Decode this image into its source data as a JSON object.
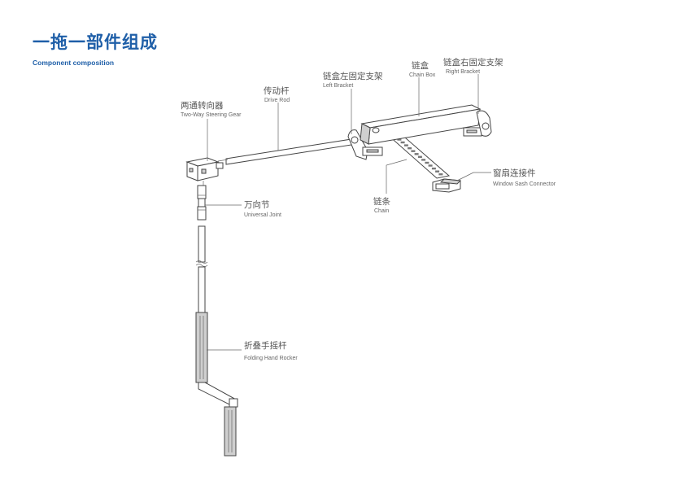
{
  "header": {
    "title": "一拖一部件组成",
    "subtitle": "Component composition"
  },
  "parts": {
    "chain_box": {
      "zh": "链盒",
      "en": "Chain Box"
    },
    "right_bracket": {
      "zh": "链盒右固定支架",
      "en": "Right Bracket"
    },
    "left_bracket": {
      "zh": "链盒左固定支架",
      "en": "Left Bracket"
    },
    "drive_rod": {
      "zh": "传动杆",
      "en": "Drive Rod"
    },
    "steering_gear": {
      "zh": "两通转向器",
      "en": "Two-Way Steering Gear"
    },
    "window_sash_connector": {
      "zh": "窗扇连接件",
      "en": "Window Sash Connector"
    },
    "chain": {
      "zh": "链条",
      "en": "Chain"
    },
    "universal_joint": {
      "zh": "万向节",
      "en": "Universal Joint"
    },
    "folding_hand_rocker": {
      "zh": "折叠手摇杆",
      "en": "Folding Hand Rocker"
    }
  }
}
